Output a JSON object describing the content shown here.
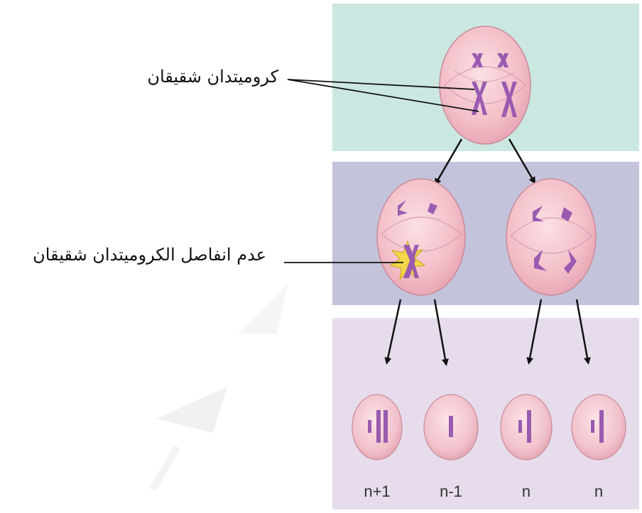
{
  "labels": {
    "sister_chromatids": "كروميتدان شقيقان",
    "nondisjunction": "عدم انفاصل الكروميتدان شقيقان"
  },
  "daughter_cells": [
    {
      "label": "n+1"
    },
    {
      "label": "n-1"
    },
    {
      "label": "n"
    },
    {
      "label": "n"
    }
  ],
  "colors": {
    "panel_top": "#cbe7e1",
    "panel_middle": "#c4c3dc",
    "panel_bottom": "#e6dcec",
    "cell_fill": "#f3bfc8",
    "chromosome": "#9a5bb0",
    "burst": "#f3d64a"
  }
}
